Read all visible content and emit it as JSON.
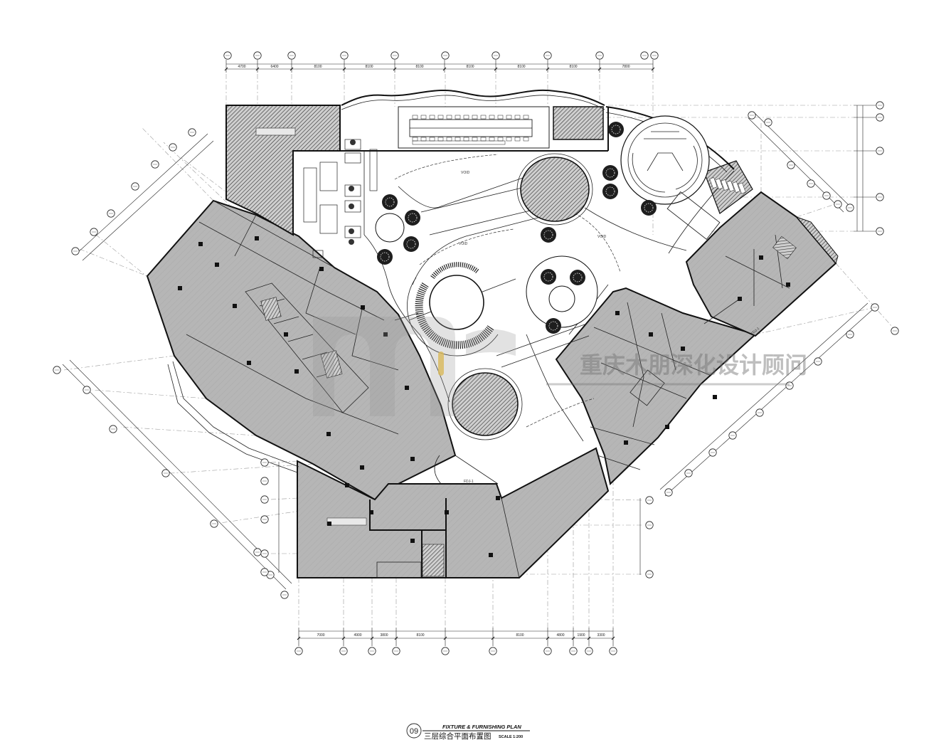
{
  "title": {
    "drawing_no": "09",
    "name_en": "FIXTURE & FURNISHING PLAN",
    "name_cn": "三层综合平面布置图",
    "scale": "SCALE 1:200"
  },
  "watermark": {
    "company_cn": "重庆木朋深化设计顾问"
  },
  "labels": {
    "void_1": "VOID",
    "void_2": "VOID",
    "void_3": "VOID",
    "fdj_1": "FDJ-1",
    "fdj_2": "FDJ-1"
  },
  "dimensions": {
    "top": [
      "4700",
      "6400",
      "8100",
      "8100",
      "8100",
      "8100",
      "8100",
      "8100",
      "7800"
    ],
    "bottom": [
      "7000",
      "4900",
      "3800",
      "8100",
      "8100",
      "4800",
      "1900",
      "3300"
    ]
  },
  "colors": {
    "line": "#111111",
    "fill_gray": "#b6b6b6",
    "background": "#ffffff"
  }
}
